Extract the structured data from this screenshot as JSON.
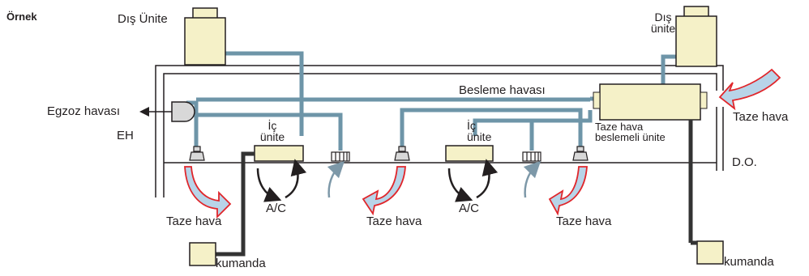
{
  "title": "Örnek",
  "labels": {
    "outdoor_unit_left": "Dış Ünite",
    "outdoor_unit_right_line1": "Dış",
    "outdoor_unit_right_line2": "ünite",
    "supply_air": "Besleme havası",
    "exhaust_air": "Egzoz havası",
    "exhaust_hood": "EH",
    "indoor_unit_line1": "İç",
    "indoor_unit_line2": "ünite",
    "fresh_air": "Taze hava",
    "fresh_air_unit_line1": "Taze hava",
    "fresh_air_unit_line2": "beslemeli ünite",
    "duct_opening": "D.O.",
    "ac": "A/C",
    "remote_control": "kumanda"
  },
  "colors": {
    "duct": "#6e95a8",
    "unit_fill": "#f5f1c8",
    "fresh_air_arrow_fill": "#b8d4e8",
    "fresh_air_arrow_edge": "#e0262b",
    "line": "#231f20",
    "return_arrow": "#7d98a8",
    "remote_wire": "#333333"
  }
}
